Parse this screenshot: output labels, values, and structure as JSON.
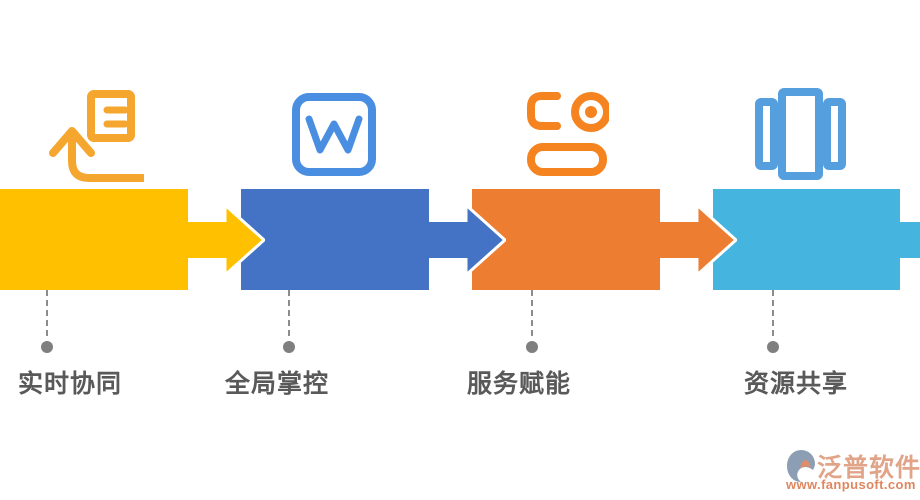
{
  "page": {
    "background": "#ffffff"
  },
  "steps": [
    {
      "label": "实时协同",
      "block_color": "#FFC000",
      "icon": "upload-document-icon",
      "icon_color": "#F5A62E"
    },
    {
      "label": "全局掌控",
      "block_color": "#4472C4",
      "icon": "w-app-icon",
      "icon_color": "#4A8EE2"
    },
    {
      "label": "服务赋能",
      "block_color": "#ED7D31",
      "icon": "camera-icon",
      "icon_color": "#F5831F"
    },
    {
      "label": "资源共享",
      "block_color": "#45B5E0",
      "icon": "library-columns-icon",
      "icon_color": "#559FDF"
    }
  ],
  "connector": {
    "line_color": "#8c8c8c",
    "dot_color": "#7f7f7f"
  },
  "watermark": {
    "brand": "泛普软件",
    "url": "www.fanpusoft.com",
    "brand_color": "#DE9B7C",
    "url_color": "#DC7A4E",
    "icon_main_color": "#8094AC",
    "icon_accent_color": "#D9825A"
  }
}
